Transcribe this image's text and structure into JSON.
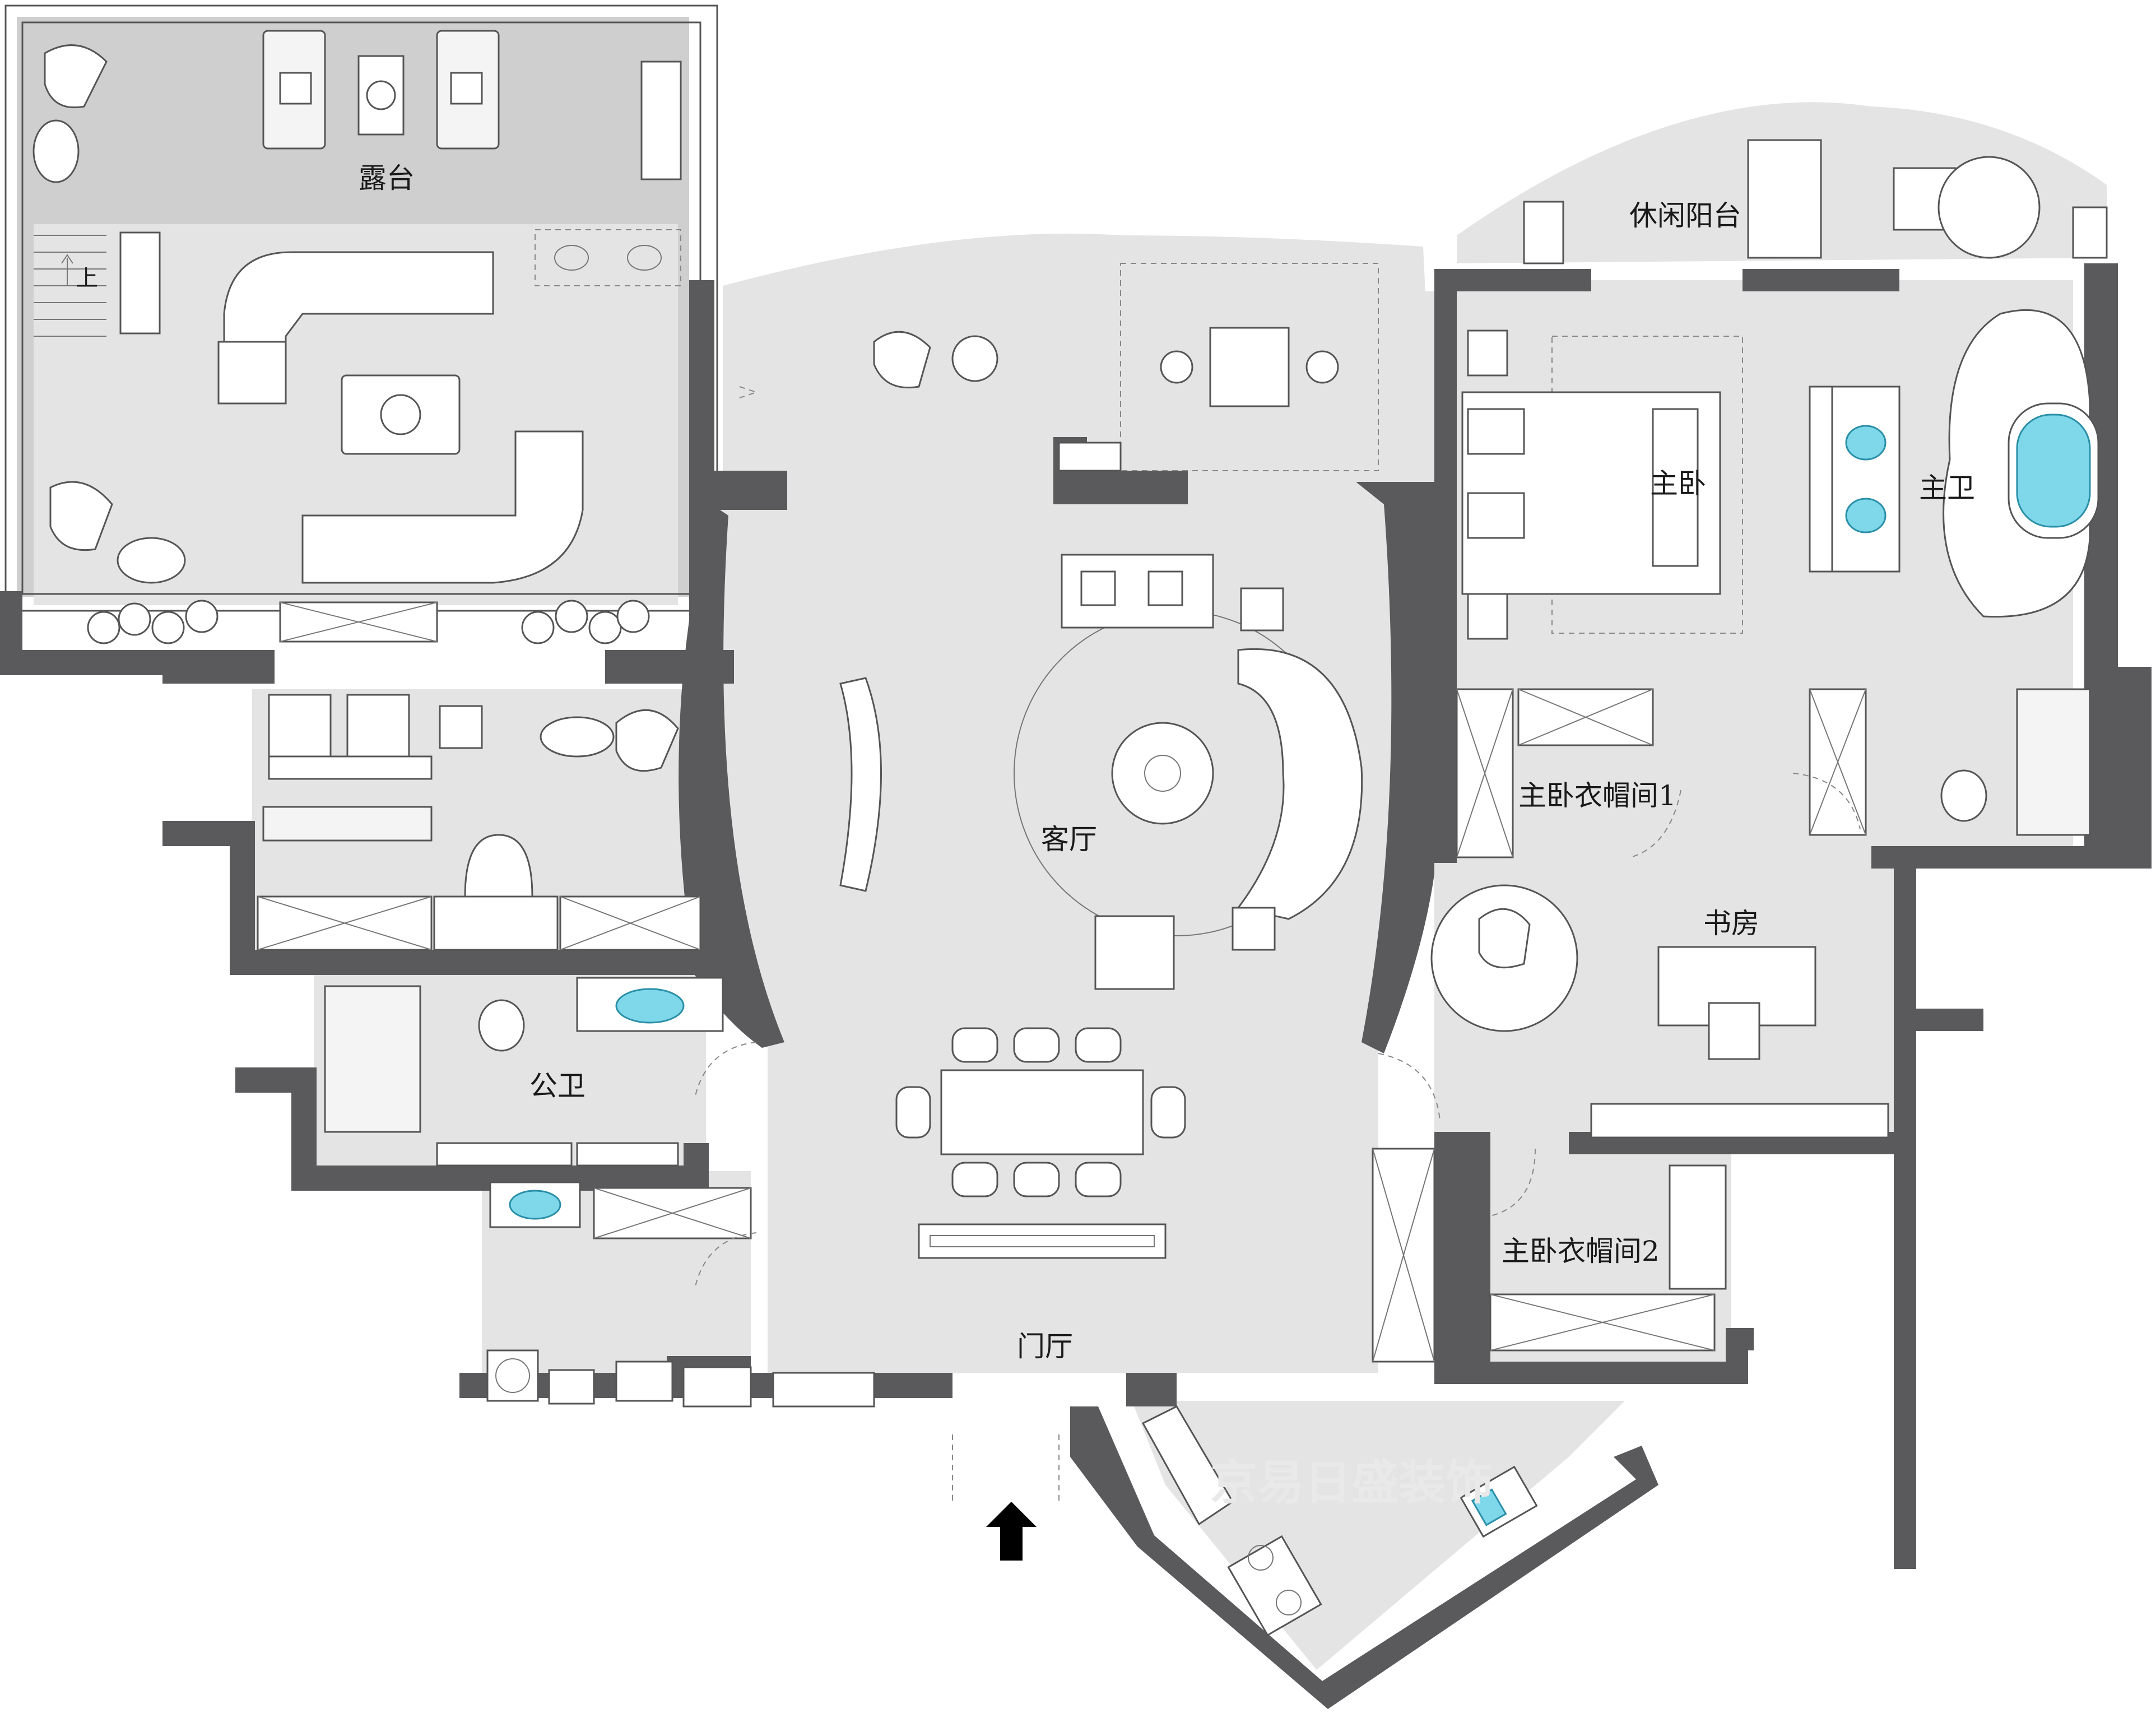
{
  "plan": {
    "rooms": {
      "terrace": "露台",
      "leisure_balcony": "休闲阳台",
      "master_bedroom": "主卧",
      "master_bath": "主卫",
      "living_room": "客厅",
      "master_closet_1": "主卧衣帽间1",
      "study": "书房",
      "public_bath": "公卫",
      "master_closet_2": "主卧衣帽间2",
      "foyer": "门厅"
    },
    "stair_label": "上",
    "watermark": "京易日盛装饰",
    "colors": {
      "wall": "#5a5a5c",
      "floor": "#e4e4e4",
      "terrace_floor": "#cfcfcf",
      "water": "#7fd8ea"
    },
    "icons": {
      "entrance": "entrance-arrow-icon",
      "stair": "stair-up-arrow-icon"
    }
  }
}
